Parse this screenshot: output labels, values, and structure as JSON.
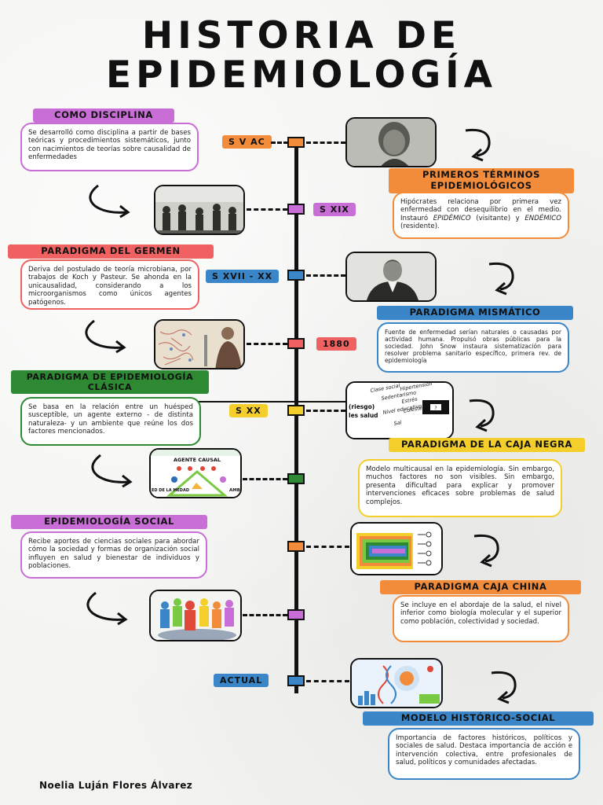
{
  "title": {
    "line1": "HISTORIA DE",
    "line2": "EPIDEMIOLOGÍA"
  },
  "timeline": [
    {
      "tag": "S V AC",
      "color": "#f28c3b"
    },
    {
      "tag": "S XIX",
      "color": "#c86ed6"
    },
    {
      "tag": "S XVII - XX",
      "color": "#3a86c8"
    },
    {
      "tag": "1880",
      "color": "#f06262"
    },
    {
      "tag": "S XX",
      "color": "#f4cf2c"
    },
    {
      "tag": "ACTUAL",
      "color": "#3a86c8"
    }
  ],
  "sections": [
    {
      "heading": "COMO DISCIPLINA",
      "heading_color": "#c86ed6",
      "text": "Se desarrolló como disciplina a partir de bases teóricas y procedimientos sistemáticos, junto con nacimientos de teorías sobre causalidad de enfermedades"
    },
    {
      "heading": "PRIMEROS TÉRMINOS EPIDEMIOLÓGICOS",
      "heading_color": "#f28c3b",
      "text_a": "Hipócrates relaciona por primera vez enfermedad con desequilibrio en el medio. Instauró ",
      "em1": "EPIDÉMICO",
      "text_b": " (visitante) y ",
      "em2": "ENDÉMICO",
      "text_c": " (residente)."
    },
    {
      "heading": "PARADIGMA DEL GERMEN",
      "heading_color": "#f06262",
      "text": "Deriva del postulado de teoría microbiana, por trabajos de Koch y Pasteur. Se ahonda en la unicausalidad, considerando a los microorganismos como únicos agentes patógenos."
    },
    {
      "heading": "PARADIGMA MISMÁTICO",
      "heading_color": "#3a86c8",
      "text": "Fuente de enfermedad serían naturales o causadas por actividad humana. Propulsó obras públicas para la sociedad. John Snow instaura sistematización para resolver problema sanitario específico, primera rev. de epidemiología"
    },
    {
      "heading": "PARADIGMA DE EPIDEMIOLOGÍA CLÁSICA",
      "heading_color": "#2e8a32",
      "text": "Se basa en la relación entre un huésped susceptible, un agente externo - de distinta naturaleza- y un ambiente que reúne los dos factores mencionados."
    },
    {
      "heading": "PARADIGMA DE LA CAJA NEGRA",
      "heading_color": "#f4cf2c",
      "text": "Modelo multicausal en la epidemiología. Sin embargo, muchos factores no son visibles. Sin embargo, presenta dificultad para explicar y promover intervenciones eficaces sobre problemas de salud complejos."
    },
    {
      "heading": "EPIDEMIOLOGÍA SOCIAL",
      "heading_color": "#c86ed6",
      "text": "Recibe aportes de ciencias sociales para abordar cómo la sociedad y formas de organización social influyen en salud y bienestar de individuos y poblaciones."
    },
    {
      "heading": "PARADIGMA CAJA CHINA",
      "heading_color": "#f28c3b",
      "text": "Se incluye en el abordaje de la salud, el nivel inferior como biología molecular y el superior como población, colectividad y sociedad."
    },
    {
      "heading": "MODELO HISTÓRICO-SOCIAL",
      "heading_color": "#3a86c8",
      "text": "Importancia de factores históricos, políticos y sociales de salud. Destaca importancia de acción e intervención colectiva, entre profesionales de salud, políticos y comunidades afectadas."
    }
  ],
  "images": {
    "black_box": {
      "words": [
        "Clase social",
        "Hipertensión",
        "Sedentarismo",
        "Estrés",
        "Nivel educativo",
        "Colesterol alto",
        "Sal",
        "(riesgo)",
        "les salud"
      ]
    },
    "triad": {
      "top": "AGENTE CAUSAL",
      "left": "ED DE LA MEDAD",
      "right": "AMB"
    }
  },
  "author": "Noelia Luján Flores Álvarez",
  "colors": {
    "spine": "#111111",
    "background": "#f3f3f1"
  }
}
